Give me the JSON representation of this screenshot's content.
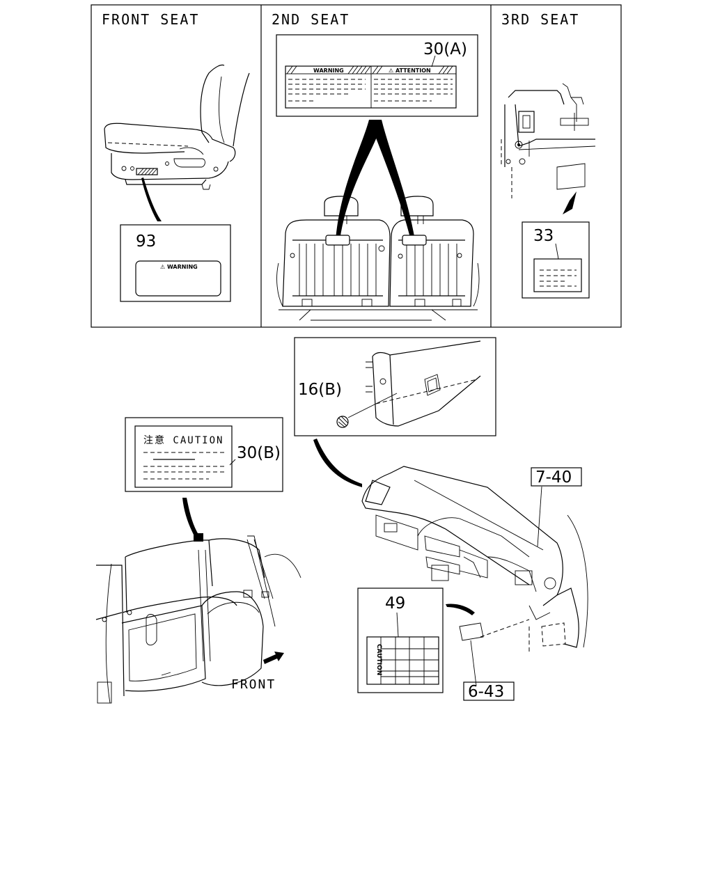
{
  "panels": {
    "front_seat": {
      "title": "FRONT SEAT",
      "callout": "93",
      "label_warning": "⚠ WARNING"
    },
    "second_seat": {
      "title": "2ND SEAT",
      "callout": "30(A)",
      "label_warning": "WARNING",
      "label_attention": "⚠ ATTENTION"
    },
    "third_seat": {
      "title": "3RD SEAT",
      "callout": "33"
    }
  },
  "lower": {
    "callout_16b": "16(B)",
    "callout_30b": "30(B)",
    "caution_label": "注意 CAUTION",
    "callout_740": "7-40",
    "callout_49": "49",
    "caution_vertical": "CAUTION",
    "callout_643": "6-43",
    "front_arrow": "FRONT"
  }
}
